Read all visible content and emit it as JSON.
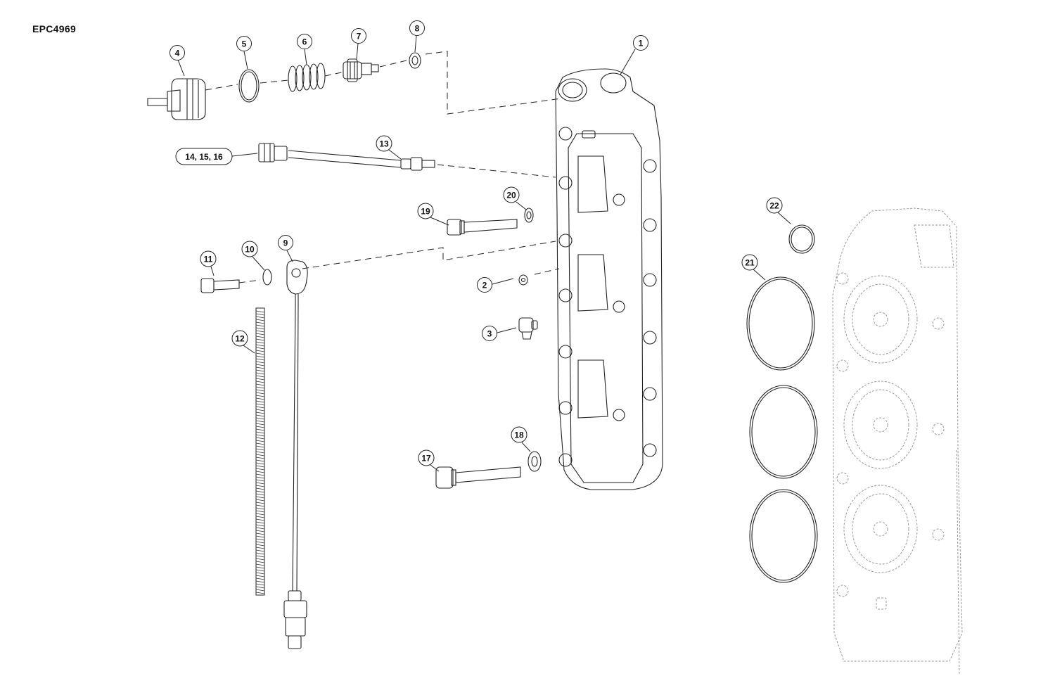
{
  "figure_id": "EPC4969",
  "callouts": [
    {
      "id": "c1",
      "label": "1"
    },
    {
      "id": "c2",
      "label": "2"
    },
    {
      "id": "c3",
      "label": "3"
    },
    {
      "id": "c4",
      "label": "4"
    },
    {
      "id": "c5",
      "label": "5"
    },
    {
      "id": "c6",
      "label": "6"
    },
    {
      "id": "c7",
      "label": "7"
    },
    {
      "id": "c8",
      "label": "8"
    },
    {
      "id": "c9",
      "label": "9"
    },
    {
      "id": "c10",
      "label": "10"
    },
    {
      "id": "c11",
      "label": "11"
    },
    {
      "id": "c12",
      "label": "12"
    },
    {
      "id": "c13",
      "label": "13"
    },
    {
      "id": "c14",
      "label": "14, 15, 16"
    },
    {
      "id": "c17",
      "label": "17"
    },
    {
      "id": "c18",
      "label": "18"
    },
    {
      "id": "c19",
      "label": "19"
    },
    {
      "id": "c20",
      "label": "20"
    },
    {
      "id": "c21",
      "label": "21"
    },
    {
      "id": "c22",
      "label": "22"
    }
  ]
}
